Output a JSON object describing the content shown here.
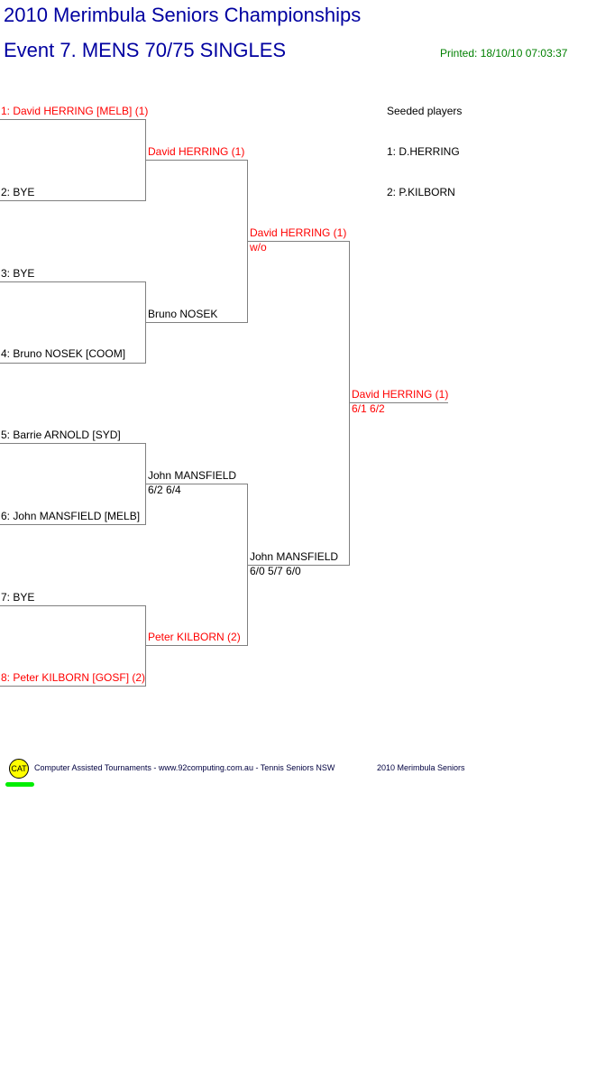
{
  "header": {
    "title": "2010 Merimbula Seniors Championships",
    "event": "Event 7. MENS 70/75 SINGLES",
    "printed": "Printed: 18/10/10 07:03:37"
  },
  "draw": {
    "round1": [
      "1: David HERRING [MELB] (1)",
      "2: BYE",
      "3: BYE",
      "4: Bruno NOSEK [COOM]",
      "5: Barrie ARNOLD [SYD]",
      "6: John MANSFIELD [MELB]",
      "7: BYE",
      "8: Peter KILBORN [GOSF] (2)"
    ],
    "round2": [
      {
        "name": "David HERRING (1)",
        "score": ""
      },
      {
        "name": "Bruno NOSEK",
        "score": ""
      },
      {
        "name": "John MANSFIELD",
        "score": "6/2 6/4"
      },
      {
        "name": "Peter KILBORN (2)",
        "score": ""
      }
    ],
    "semis": [
      {
        "name": "David HERRING (1)",
        "score": "w/o"
      },
      {
        "name": "John MANSFIELD",
        "score": "6/0 5/7 6/0"
      }
    ],
    "winner": {
      "name": "David HERRING (1)",
      "score": "6/1 6/2"
    }
  },
  "seeds": {
    "heading": "Seeded players",
    "list": [
      "1: D.HERRING",
      "2: P.KILBORN"
    ]
  },
  "footer": {
    "logo": "CAT",
    "credit": "Computer Assisted Tournaments - www.92computing.com.au -  Tennis Seniors NSW",
    "tournament": "2010 Merimbula Seniors"
  },
  "colors": {
    "title": "#0000a0",
    "seed": "#ff0000",
    "printed": "#008000",
    "lines": "#808080"
  }
}
